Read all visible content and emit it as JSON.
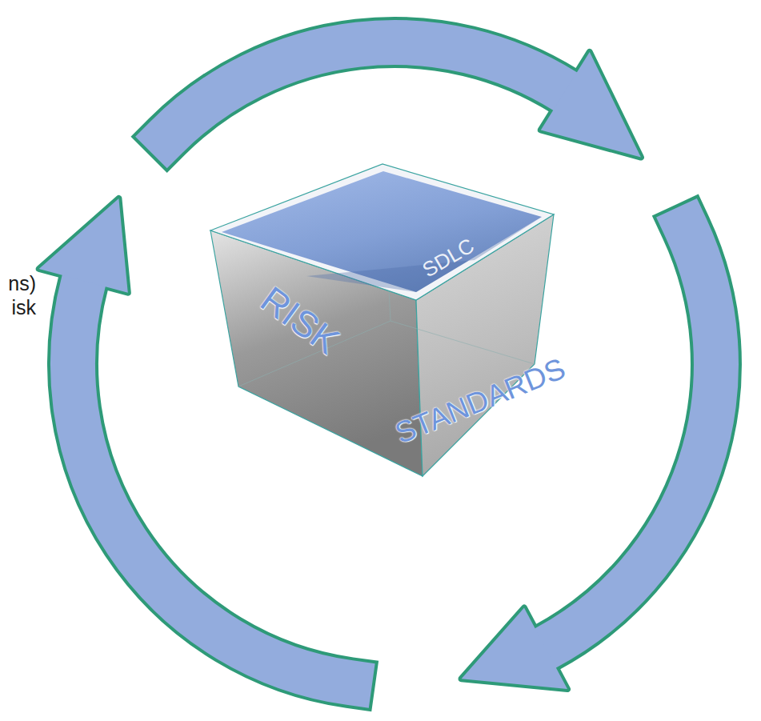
{
  "diagram": {
    "nodes": [
      {
        "text": [
          "SDLC",
          "RISK",
          "STANDARDS"
        ]
      }
    ],
    "labels": [
      "ns)",
      "isk"
    ]
  }
}
